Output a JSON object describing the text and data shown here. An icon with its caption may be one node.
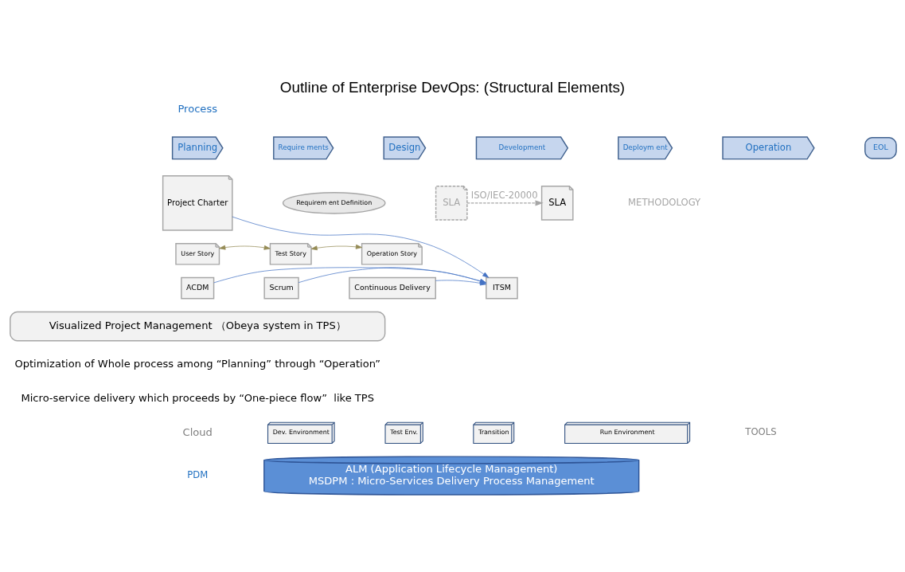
{
  "diagram": {
    "title": "Outline of Enterprise DevOps: (Structural Elements)",
    "nodes": [
      {
        "text": [
          "Planning"
        ]
      },
      {
        "text": [
          "Require ments"
        ]
      },
      {
        "text": [
          "Design"
        ]
      },
      {
        "text": [
          "Development"
        ]
      },
      {
        "text": [
          "Deploym ent"
        ]
      },
      {
        "text": [
          "Operation"
        ]
      },
      {
        "text": [
          "EOL"
        ]
      },
      {
        "text": [
          "Project Charter"
        ]
      },
      {
        "text": [
          "Requirem ent Definition"
        ]
      },
      {
        "text": [
          "SLA"
        ]
      },
      {
        "text": [
          "SLA"
        ]
      },
      {
        "text": [
          "User Story"
        ]
      },
      {
        "text": [
          "Test Story"
        ]
      },
      {
        "text": [
          "Operation Story"
        ]
      },
      {
        "text": [
          "ACDM"
        ]
      },
      {
        "text": [
          "Scrum"
        ]
      },
      {
        "text": [
          "Continuous Delivery"
        ]
      },
      {
        "text": [
          "ITSM"
        ]
      },
      {
        "text": [
          "Visualized Project Management （Obeya system in TPS）"
        ]
      },
      {
        "text": [
          "Dev. Environment"
        ]
      },
      {
        "text": [
          "Test Env."
        ]
      },
      {
        "text": [
          "Transition"
        ]
      },
      {
        "text": [
          "Run Environment"
        ]
      },
      {
        "text": [
          "ALM (Application Lifecycle Management)",
          "MSDPM : Micro-Services Delivery Process Management"
        ]
      }
    ],
    "edges": [
      {
        "from": 9,
        "to": 10,
        "arrow": "to",
        "label": "ISO/IEC-20000",
        "style": "dashed",
        "color": "#a6a6a6"
      },
      {
        "from": 11,
        "to": 12,
        "arrow": "both",
        "color": "#948a54"
      },
      {
        "from": 12,
        "to": 13,
        "arrow": "both",
        "color": "#948a54"
      },
      {
        "from": 7,
        "to": 17,
        "arrow": "to"
      },
      {
        "from": 14,
        "to": 17,
        "arrow": "to"
      },
      {
        "from": 15,
        "to": 17,
        "arrow": "to"
      },
      {
        "from": 16,
        "to": 17,
        "arrow": "to"
      }
    ],
    "labels": [
      "Process",
      "METHODOLOGY",
      "Optimization of Whole process among “Planning” through “Operation”",
      "Micro-service delivery which proceeds by “One-piece flow”  like TPS",
      "Cloud",
      "TOOLS",
      "PDM"
    ]
  }
}
